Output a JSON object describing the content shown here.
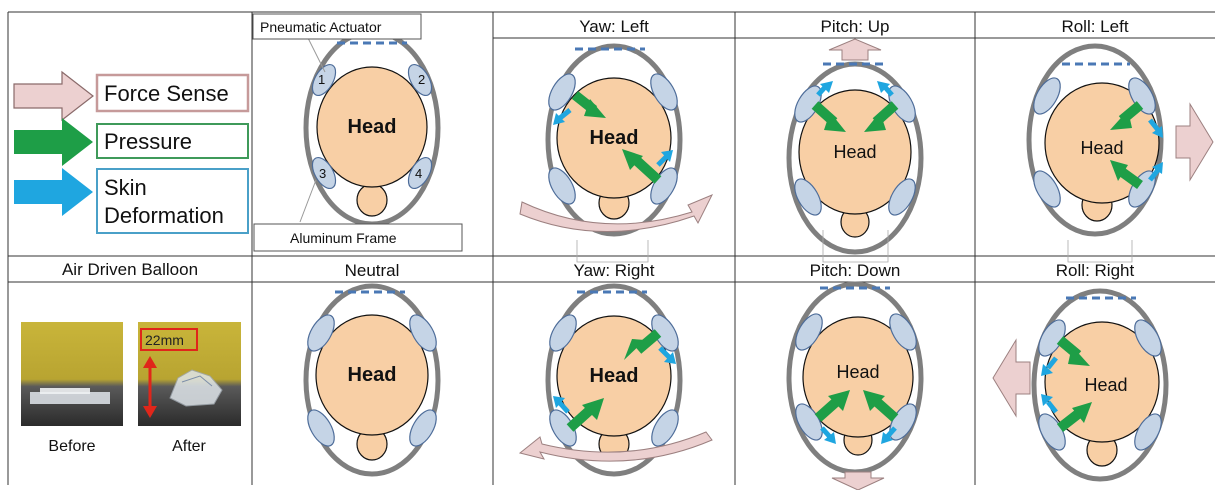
{
  "legend": {
    "force_label": "Force Sense",
    "pressure_label": "Pressure",
    "skin_label_line1": "Skin",
    "skin_label_line2": "Deformation"
  },
  "balloon": {
    "title": "Air Driven Balloon",
    "before_label": "Before",
    "after_label": "After",
    "measure_label": "22mm"
  },
  "diagram": {
    "actuator_label": "Pneumatic Actuator",
    "frame_label": "Aluminum Frame",
    "head_label": "Head",
    "actuator_numbers": [
      "1",
      "2",
      "3",
      "4"
    ]
  },
  "panels": {
    "yaw_left": "Yaw: Left",
    "pitch_up": "Pitch: Up",
    "roll_left": "Roll: Left",
    "neutral": "Neutral",
    "yaw_right": "Yaw: Right",
    "pitch_down": "Pitch: Down",
    "roll_right": "Roll: Right"
  },
  "colors": {
    "force": "#ecd0d0",
    "pressure": "#1e9e47",
    "skin": "#1fa6e0",
    "head": "#f8cfa5",
    "actuator": "#c5d4e6",
    "frame": "#7f7f7f",
    "dashed": "#4a78b5"
  }
}
